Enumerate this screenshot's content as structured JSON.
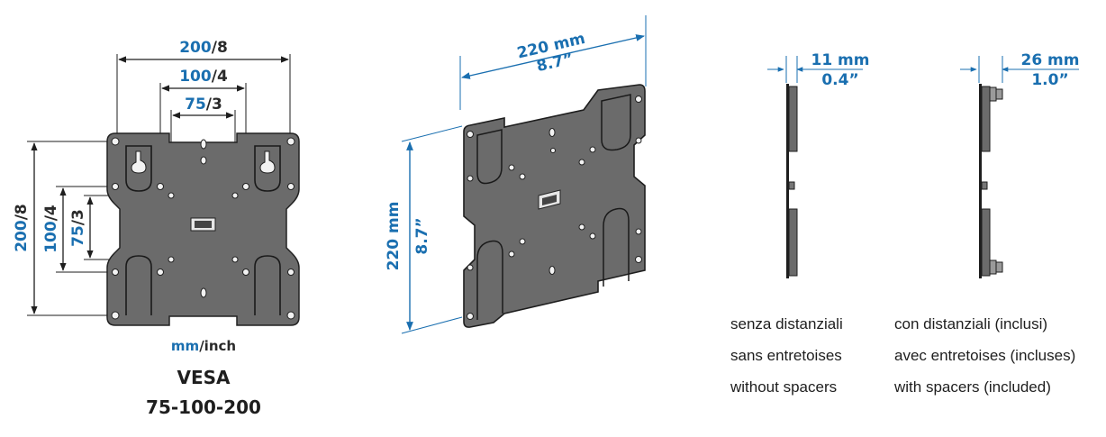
{
  "colors": {
    "accent": "#1a6fb0",
    "plate": "#6b6b6b",
    "plate_edge": "#222222",
    "line": "#1e1e1e"
  },
  "front_view": {
    "dim_200": {
      "mm": "200",
      "sep": "/",
      "inch": "8"
    },
    "dim_100": {
      "mm": "100",
      "sep": "/",
      "inch": "4"
    },
    "dim_75": {
      "mm": "75",
      "sep": "/",
      "inch": "3"
    },
    "units": {
      "mm": "mm",
      "sep": "/",
      "inch": "inch"
    },
    "title": "VESA",
    "subtitle": "75-100-200"
  },
  "perspective_view": {
    "width_mm": "220 mm",
    "width_in": "8.7”",
    "height_mm": "220 mm",
    "height_in": "8.7”"
  },
  "side_views": {
    "without": {
      "dim_mm": "11 mm",
      "dim_in": "0.4”",
      "caption": [
        "senza distanziali",
        "sans entretoises",
        "without spacers"
      ]
    },
    "with": {
      "dim_mm": "26 mm",
      "dim_in": "1.0”",
      "caption": [
        "con distanziali (inclusi)",
        "avec entretoises (incluses)",
        "with spacers (included)"
      ]
    }
  }
}
